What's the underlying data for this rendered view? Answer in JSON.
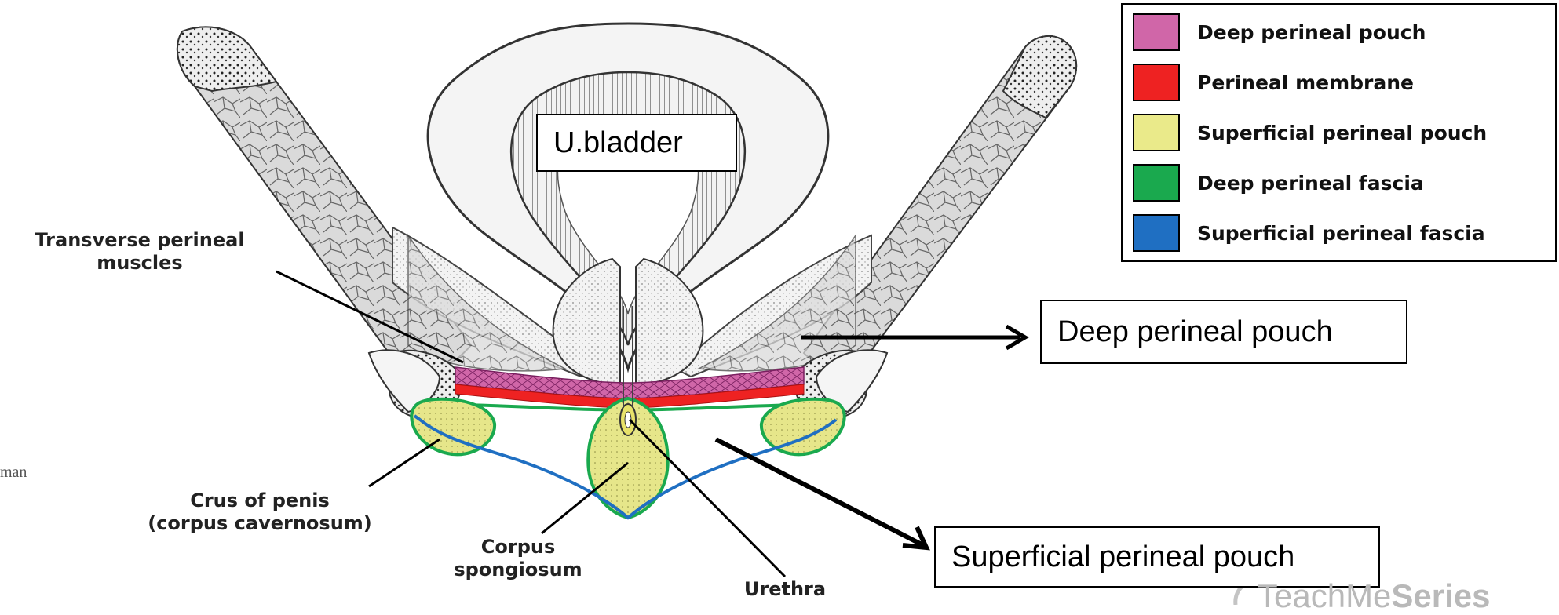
{
  "labels": {
    "bladder": "U.bladder",
    "transverse": "Transverse perineal\nmuscles",
    "crus": "Crus of penis\n(corpus cavernosum)",
    "corpus_spongiosum": "Corpus\nspongiosum",
    "urethra": "Urethra",
    "deep_pouch_callout": "Deep perineal pouch",
    "superficial_pouch_callout": "Superficial perineal pouch",
    "cut_text": "man"
  },
  "legend": [
    {
      "label": "Deep perineal pouch",
      "color": "#d066a8"
    },
    {
      "label": "Perineal membrane",
      "color": "#ee2222"
    },
    {
      "label": "Superficial perineal pouch",
      "color": "#eaea8a"
    },
    {
      "label": "Deep perineal fascia",
      "color": "#1aa94e"
    },
    {
      "label": "Superficial perineal fascia",
      "color": "#1f6fc2"
    }
  ],
  "watermark": {
    "prefix": "TeachMe",
    "bold": "Series"
  }
}
